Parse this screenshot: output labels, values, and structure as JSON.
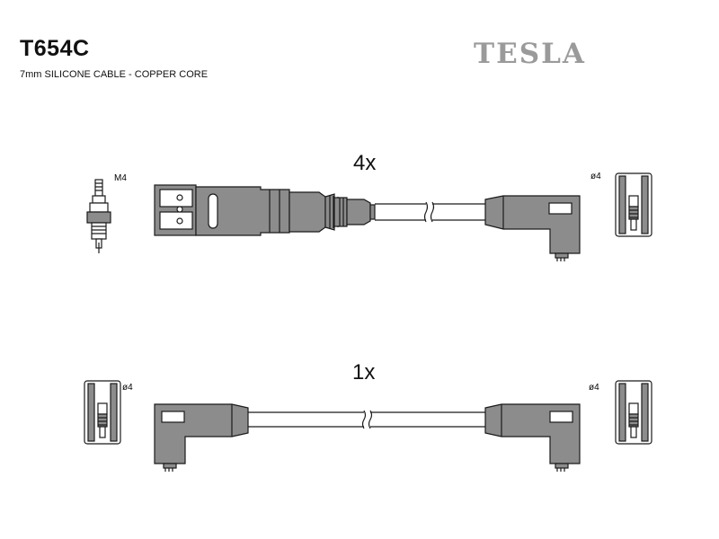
{
  "header": {
    "part_number": "T654C",
    "subtitle": "7mm SILICONE CABLE - COPPER CORE",
    "brand": "TESLA"
  },
  "cables": {
    "top_quantity": "4x",
    "bottom_quantity": "1x"
  },
  "labels": {
    "spark_plug_thread": "M4",
    "terminal_diameter_top_right": "ø4",
    "terminal_diameter_bottom_left": "ø4",
    "terminal_diameter_bottom_right": "ø4"
  },
  "colors": {
    "boot_gray": "#8c8c8c",
    "outline": "#1a1a1a",
    "brand_gray": "#9a9a9a"
  }
}
